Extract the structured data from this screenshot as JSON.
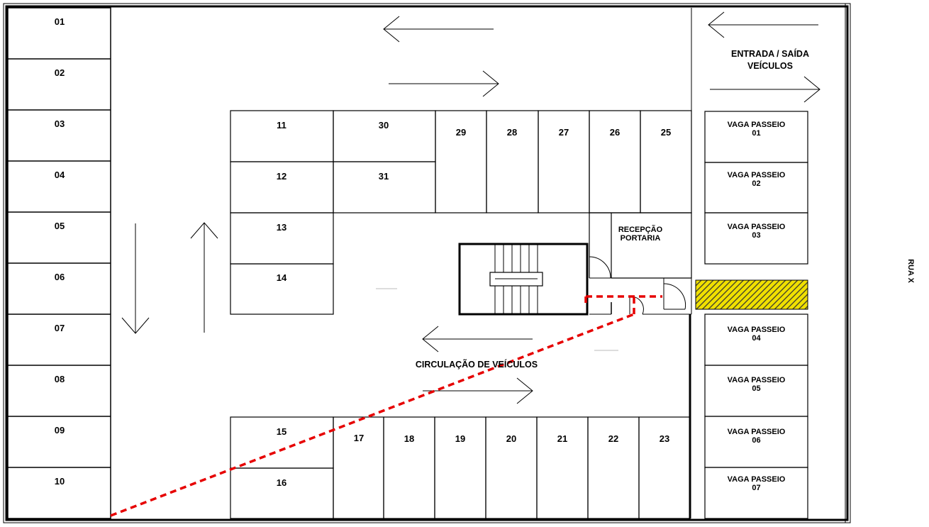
{
  "left_spaces": [
    "01",
    "02",
    "03",
    "04",
    "05",
    "06",
    "07",
    "08",
    "09",
    "10"
  ],
  "block_a": {
    "stacked": [
      "11",
      "12",
      "30",
      "31",
      "13",
      "14"
    ],
    "row": [
      "29",
      "28",
      "27",
      "26",
      "25"
    ]
  },
  "block_b": {
    "stacked": [
      "15",
      "16"
    ],
    "row": [
      "17",
      "18",
      "19",
      "20",
      "21",
      "22",
      "23"
    ]
  },
  "vaga_passeio": {
    "label": "VAGA PASSEIO",
    "numbers": [
      "01",
      "02",
      "03",
      "04",
      "05",
      "06",
      "07"
    ]
  },
  "reception": {
    "line1": "RECEPÇÃO",
    "line2": "PORTARIA"
  },
  "entrance": {
    "line1": "ENTRADA / SAÍDA",
    "line2": "VEÍCULOS"
  },
  "circulation_label": "CIRCULAÇÃO DE VEÍCULOS",
  "street_label": "RUA X",
  "colors": {
    "line": "#000000",
    "route": "#e60000",
    "hatch_bg": "#f0e000",
    "hatch_fg": "#333333"
  }
}
